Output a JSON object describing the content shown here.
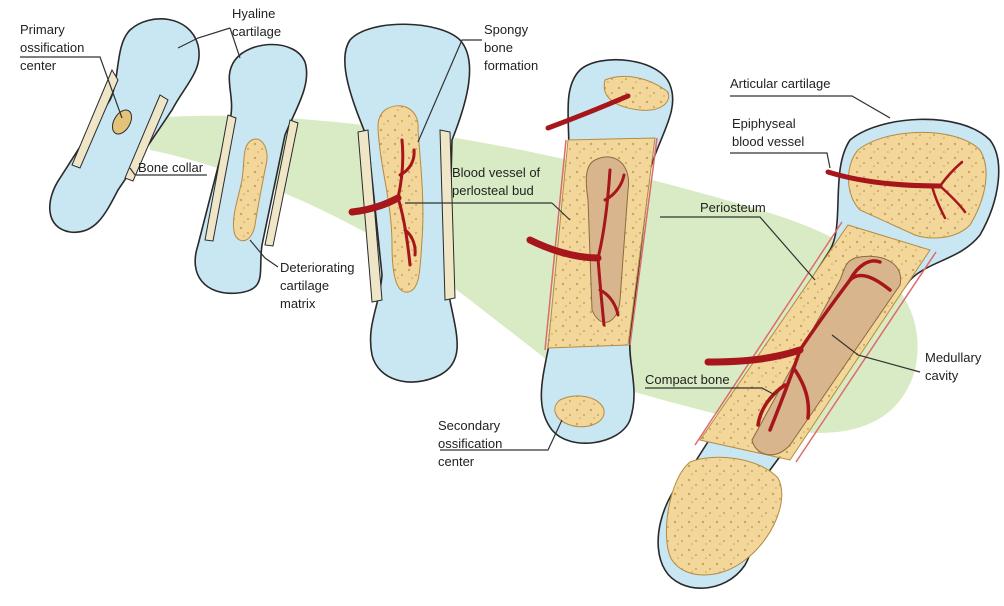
{
  "colors": {
    "cartilage": "#c9e6f3",
    "bone": "#f3d79a",
    "bone_dark": "#e3c27a",
    "marrow": "#d8b58c",
    "vessel": "#a6161b",
    "band": "#d9ebc4",
    "periosteum": "#e06a6a",
    "collar": "#efe6c8"
  },
  "labels": {
    "primary": [
      "Primary",
      "ossification",
      "center"
    ],
    "hyaline": [
      "Hyaline",
      "cartilage"
    ],
    "spongy": [
      "Spongy",
      "bone",
      "formation"
    ],
    "bone_collar": [
      "Bone collar"
    ],
    "blood_vessel": [
      "Blood vessel of",
      "perlosteal bud"
    ],
    "deteriorating": [
      "Deteriorating",
      "cartilage",
      "matrix"
    ],
    "articular": [
      "Articular cartilage"
    ],
    "epiphyseal": [
      "Epiphyseal",
      "blood vessel"
    ],
    "periosteum": [
      "Periosteum"
    ],
    "compact": [
      "Compact bone"
    ],
    "medullary": [
      "Medullary",
      "cavity"
    ],
    "secondary": [
      "Secondary",
      "ossification",
      "center"
    ]
  }
}
